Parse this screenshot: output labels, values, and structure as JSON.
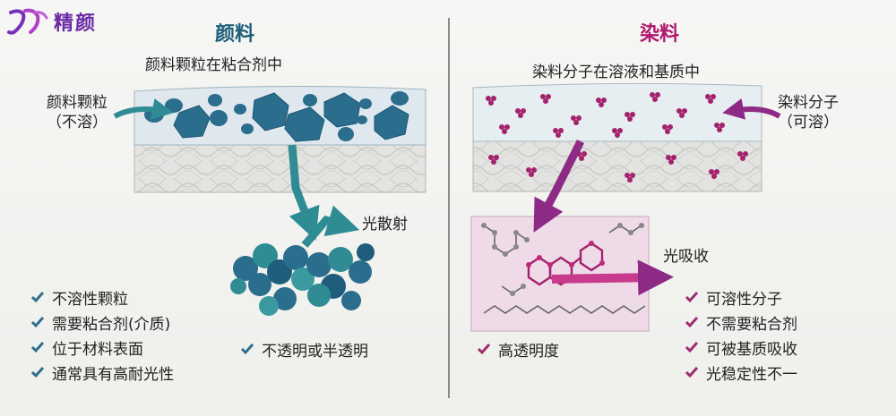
{
  "brand": {
    "name": "精颜"
  },
  "pigment": {
    "title": "颜料",
    "subtitle": "颜料颗粒在粘合剂中",
    "particle_label_line1": "颜料颗粒",
    "particle_label_line2": "（不溶）",
    "scatter_label": "光散射",
    "features": [
      "不溶性颗粒",
      "需要粘合剂(介质)",
      "位于材料表面",
      "通常具有高耐光性"
    ],
    "extra_feature": "不透明或半透明",
    "color": "#2a6d8c",
    "check_color": "#2f6f8f"
  },
  "dye": {
    "title": "染料",
    "subtitle": "染料分子在溶液和基质中",
    "molecule_label_line1": "染料分子",
    "molecule_label_line2": "（可溶）",
    "absorb_label": "光吸收",
    "features": [
      "可溶性分子",
      "不需要粘合剂",
      "可被基质吸收",
      "光稳定性不一"
    ],
    "extra_feature": "高透明度",
    "color": "#a3226c",
    "check_color": "#9c2c6f"
  }
}
